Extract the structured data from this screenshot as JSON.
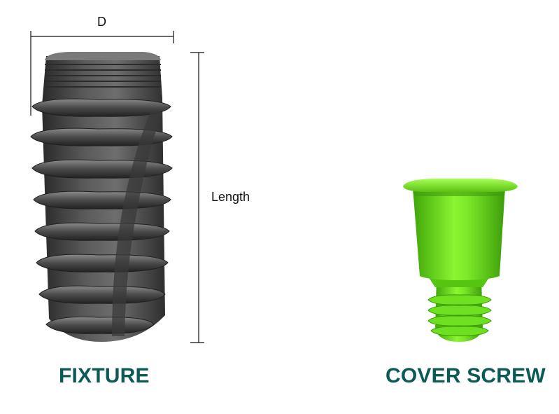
{
  "labels": {
    "diameter": "D",
    "length": "Length"
  },
  "captions": {
    "fixture": "FIXTURE",
    "cover_screw": "COVER SCREW"
  },
  "colors": {
    "caption": "#0b5a55",
    "fixture_body": "#4a4a4a",
    "cover_screw_body": "#66dd11",
    "dimension_lines": "#111111"
  }
}
